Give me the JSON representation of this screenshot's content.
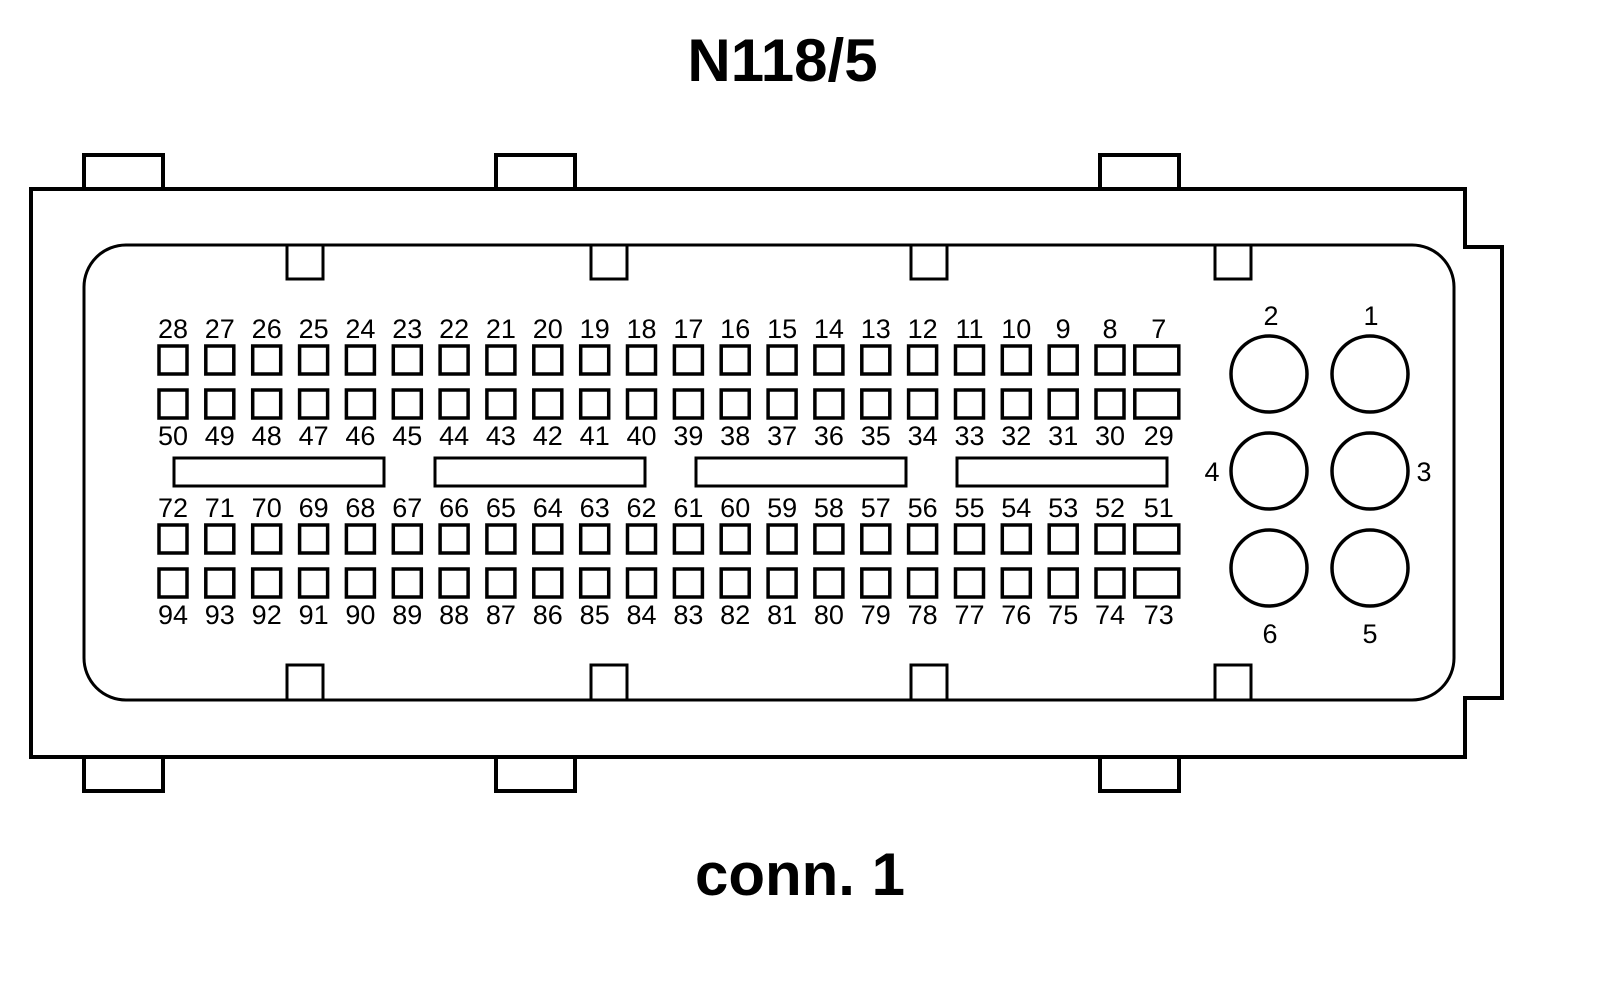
{
  "title": "N118/5",
  "subtitle": "conn. 1",
  "rows": [
    {
      "name": "row1",
      "labels": [
        "28",
        "27",
        "26",
        "25",
        "24",
        "23",
        "22",
        "21",
        "20",
        "19",
        "18",
        "17",
        "16",
        "15",
        "14",
        "13",
        "12",
        "11",
        "10",
        "9",
        "8",
        "7"
      ]
    },
    {
      "name": "row2",
      "labels": [
        "50",
        "49",
        "48",
        "47",
        "46",
        "45",
        "44",
        "43",
        "42",
        "41",
        "40",
        "39",
        "38",
        "37",
        "36",
        "35",
        "34",
        "33",
        "32",
        "31",
        "30",
        "29"
      ]
    },
    {
      "name": "row3",
      "labels": [
        "72",
        "71",
        "70",
        "69",
        "68",
        "67",
        "66",
        "65",
        "64",
        "63",
        "62",
        "61",
        "60",
        "59",
        "58",
        "57",
        "56",
        "55",
        "54",
        "53",
        "52",
        "51"
      ]
    },
    {
      "name": "row4",
      "labels": [
        "94",
        "93",
        "92",
        "91",
        "90",
        "89",
        "88",
        "87",
        "86",
        "85",
        "84",
        "83",
        "82",
        "81",
        "80",
        "79",
        "78",
        "77",
        "76",
        "75",
        "74",
        "73"
      ]
    }
  ],
  "large_pins": [
    "1",
    "2",
    "3",
    "4",
    "5",
    "6"
  ]
}
